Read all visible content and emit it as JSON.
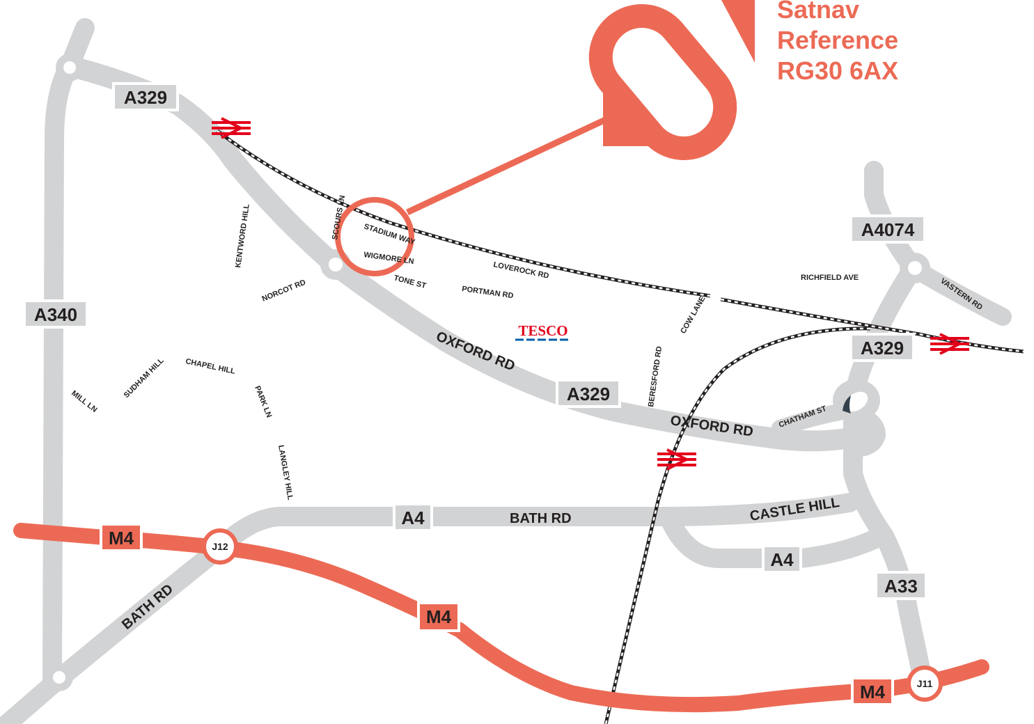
{
  "satnav": {
    "line1": "Satnav",
    "line2": "Reference",
    "line3": "RG30 6AX"
  },
  "road_labels": {
    "a329_top": "A329",
    "a340": "A340",
    "a4074": "A4074",
    "a329_right": "A329",
    "a329_mid": "A329",
    "a4_center": "A4",
    "a4_lower": "A4",
    "a33": "A33",
    "m4_left": "M4",
    "m4_mid": "M4",
    "m4_right": "M4"
  },
  "junctions": {
    "j12": "J12",
    "j11": "J11"
  },
  "street_names": {
    "oxford_rd_1": "OXFORD RD",
    "oxford_rd_2": "OXFORD RD",
    "bath_rd_center": "BATH RD",
    "bath_rd_left": "BATH RD",
    "castle_hill": "CASTLE HILL",
    "kentword_hill": "KENTWORD HILL",
    "scours_ln": "SCOURS LN",
    "stadium_way": "STADIUM WAY",
    "wigmore_ln": "WIGMORE LN",
    "tone_st": "TONE ST",
    "loverock_rd": "LOVEROCK RD",
    "portman_rd": "PORTMAN RD",
    "norcot_rd": "NORCOT RD",
    "richfield_ave": "RICHFIELD AVE",
    "vastern_rd": "VASTERN RD",
    "cow_lane": "COW LANE",
    "beresford_rd": "BERESFORD RD",
    "chatham_st": "CHATHAM ST",
    "chapel_hill": "CHAPEL HILL",
    "sudham_hill": "SUDHAM HILL",
    "mill_ln": "MILL LN",
    "park_ln": "PARK LN",
    "langley_hill": "LANGLEY HILL"
  },
  "landmark": {
    "tesco": "TESCO"
  },
  "icons": {
    "rail_station": "national-rail-icon",
    "location_marker": "location-pin-icon",
    "parking": "car-park-icon"
  },
  "colors": {
    "road": "#d2d3d4",
    "motorway": "#ec6a55",
    "rail": "#231f20",
    "rail_symbol": "#e3001b",
    "tesco_red": "#e3001b",
    "tesco_blue": "#005ea8"
  }
}
